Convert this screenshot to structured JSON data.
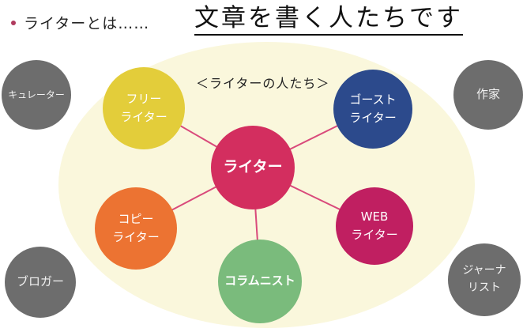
{
  "header": {
    "lead": "ライターとは……",
    "headline": "文章を書く人たちです"
  },
  "diagram": {
    "title": "＜ライターの人たち＞",
    "center": {
      "label": "ライター",
      "color": "#d32e5f"
    },
    "branches": [
      {
        "id": "free",
        "lines": [
          "フリー",
          "ライター"
        ],
        "color": "#e3cd3a"
      },
      {
        "id": "ghost",
        "lines": [
          "ゴースト",
          "ライター"
        ],
        "color": "#2c4a8c"
      },
      {
        "id": "copy",
        "lines": [
          "コピー",
          "ライター"
        ],
        "color": "#ec7332"
      },
      {
        "id": "web",
        "lines": [
          "WEB",
          "ライター"
        ],
        "color": "#c01f61"
      },
      {
        "id": "columnist",
        "lines": [
          "コラムニスト"
        ],
        "color": "#7abb7c"
      }
    ],
    "others": [
      {
        "id": "curator",
        "lines": [
          "キュレーター"
        ]
      },
      {
        "id": "author",
        "lines": [
          "作家"
        ]
      },
      {
        "id": "blogger",
        "lines": [
          "ブロガー"
        ]
      },
      {
        "id": "journalist",
        "lines": [
          "ジャーナ",
          "リスト"
        ]
      }
    ],
    "link_color": "#d94a7b",
    "ellipse_color": "#faf7dc",
    "grey_color": "#6d6d6d"
  }
}
